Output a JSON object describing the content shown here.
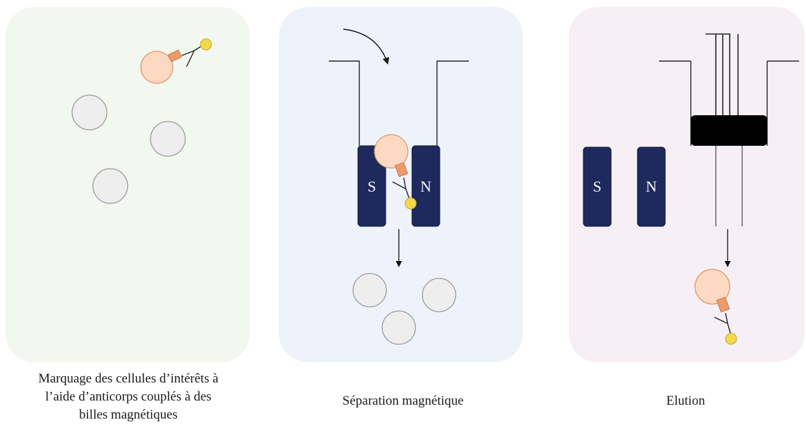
{
  "panels": [
    {
      "id": "labeling",
      "background": "#f2f7ef",
      "caption_lines": [
        "Marquage des cellules d’intérêts à",
        "l’aide d’anticorps couplés à des",
        "billes magnétiques"
      ]
    },
    {
      "id": "magnetic-separation",
      "background": "#eef3fb",
      "caption_lines": [
        "Séparation magnétique"
      ],
      "magnet_south": "S",
      "magnet_north": "N"
    },
    {
      "id": "elution",
      "background": "#f6f0f6",
      "caption_lines": [
        "Elution"
      ],
      "magnet_south": "S",
      "magnet_north": "N"
    }
  ],
  "colors": {
    "magnet": "#1e2a5e",
    "target_cell": "#fbd9c2",
    "target_cell_stroke": "#e0a278",
    "antibody_tag": "#ee9a6a",
    "bead": "#f3d84a",
    "unlabeled_cell": "#eeeeee",
    "unlabeled_cell_stroke": "#9a9a9a",
    "plunger": "#000000"
  }
}
